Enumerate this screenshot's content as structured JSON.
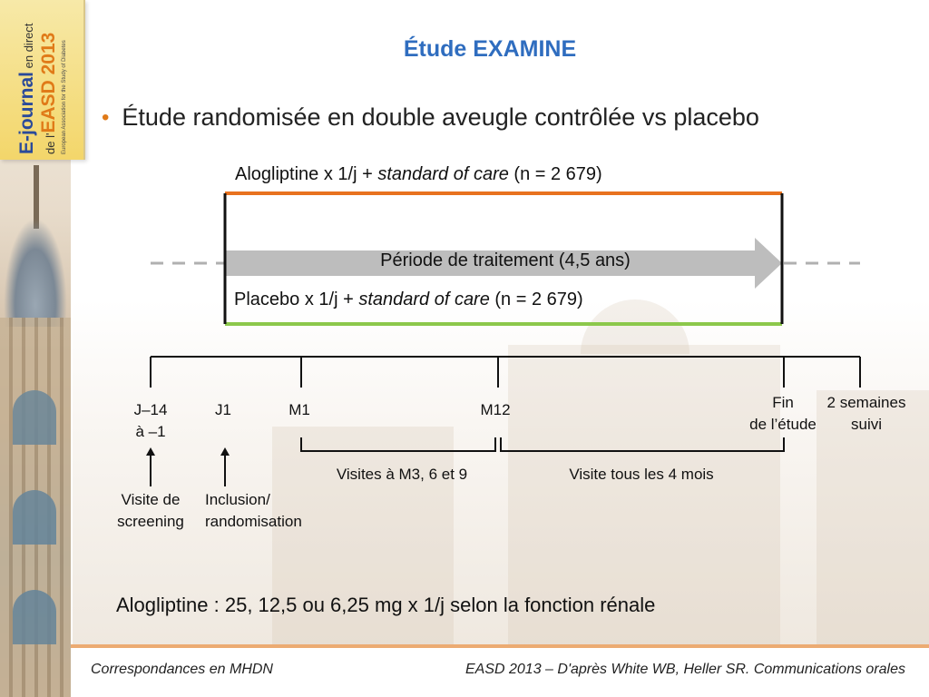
{
  "logo": {
    "line1_a": "E-journal",
    "line1_b": " en direct",
    "line2_a": "de l'",
    "line2_b": "EASD 2013",
    "sub": "European Association for the Study of Diabetes"
  },
  "title": "Étude EXAMINE",
  "bullet": "Étude randomisée en double aveugle contrôlée vs placebo",
  "arms": {
    "alogliptine": {
      "prefix": "Alogliptine x 1/j + ",
      "italic": "standard of care",
      "suffix": " (n = 2 679)",
      "color": "#e8721f"
    },
    "placebo": {
      "prefix": "Placebo x 1/j + ",
      "italic": "standard of care",
      "suffix": " (n = 2 679)",
      "color": "#8cc84b"
    }
  },
  "treatment_period": "Période de traitement (4,5 ans)",
  "timeline": {
    "j14": "J–14",
    "j14b": "à –1",
    "j1": "J1",
    "m1": "M1",
    "m12": "M12",
    "fin_a": "Fin",
    "fin_b": "de l’étude",
    "suivi_a": "2 semaines",
    "suivi_b": "suivi",
    "visits_1": "Visites à M3, 6 et 9",
    "visits_2": "Visite tous les 4 mois",
    "screening_a": "Visite de",
    "screening_b": "screening",
    "inclusion_a": "Inclusion/",
    "inclusion_b": "randomisation"
  },
  "dose_note": "Alogliptine : 25, 12,5 ou 6,25 mg x 1/j selon la fonction rénale",
  "footer": {
    "left": "Correspondances en MHDN",
    "right": "EASD 2013 – D'après White WB, Heller SR. Communications orales"
  },
  "colors": {
    "title": "#2f6dbf",
    "bullet": "#e07a18",
    "arrow": "#b8b8b8",
    "footer_line": "#ecab72"
  }
}
